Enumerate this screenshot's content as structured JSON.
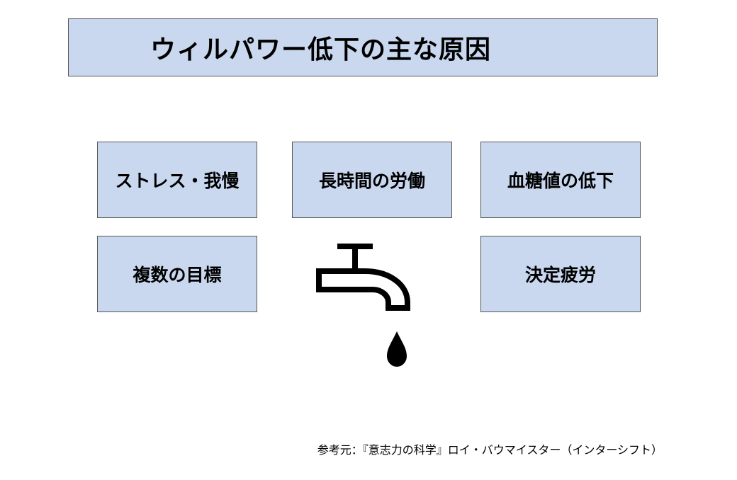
{
  "colors": {
    "box_fill": "#c9d8ef",
    "icon": "#000000"
  },
  "title": "ウィルパワー低下の主な原因",
  "causes": [
    {
      "label": "ストレス・我慢"
    },
    {
      "label": "長時間の労働"
    },
    {
      "label": "血糖値の低下"
    },
    {
      "label": "複数の目標"
    },
    {
      "label": "決定疲労"
    }
  ],
  "icon": {
    "name": "dripping-faucet-icon"
  },
  "reference": "参考元：『意志力の科学』ロイ・バウマイスター（インターシフト）"
}
